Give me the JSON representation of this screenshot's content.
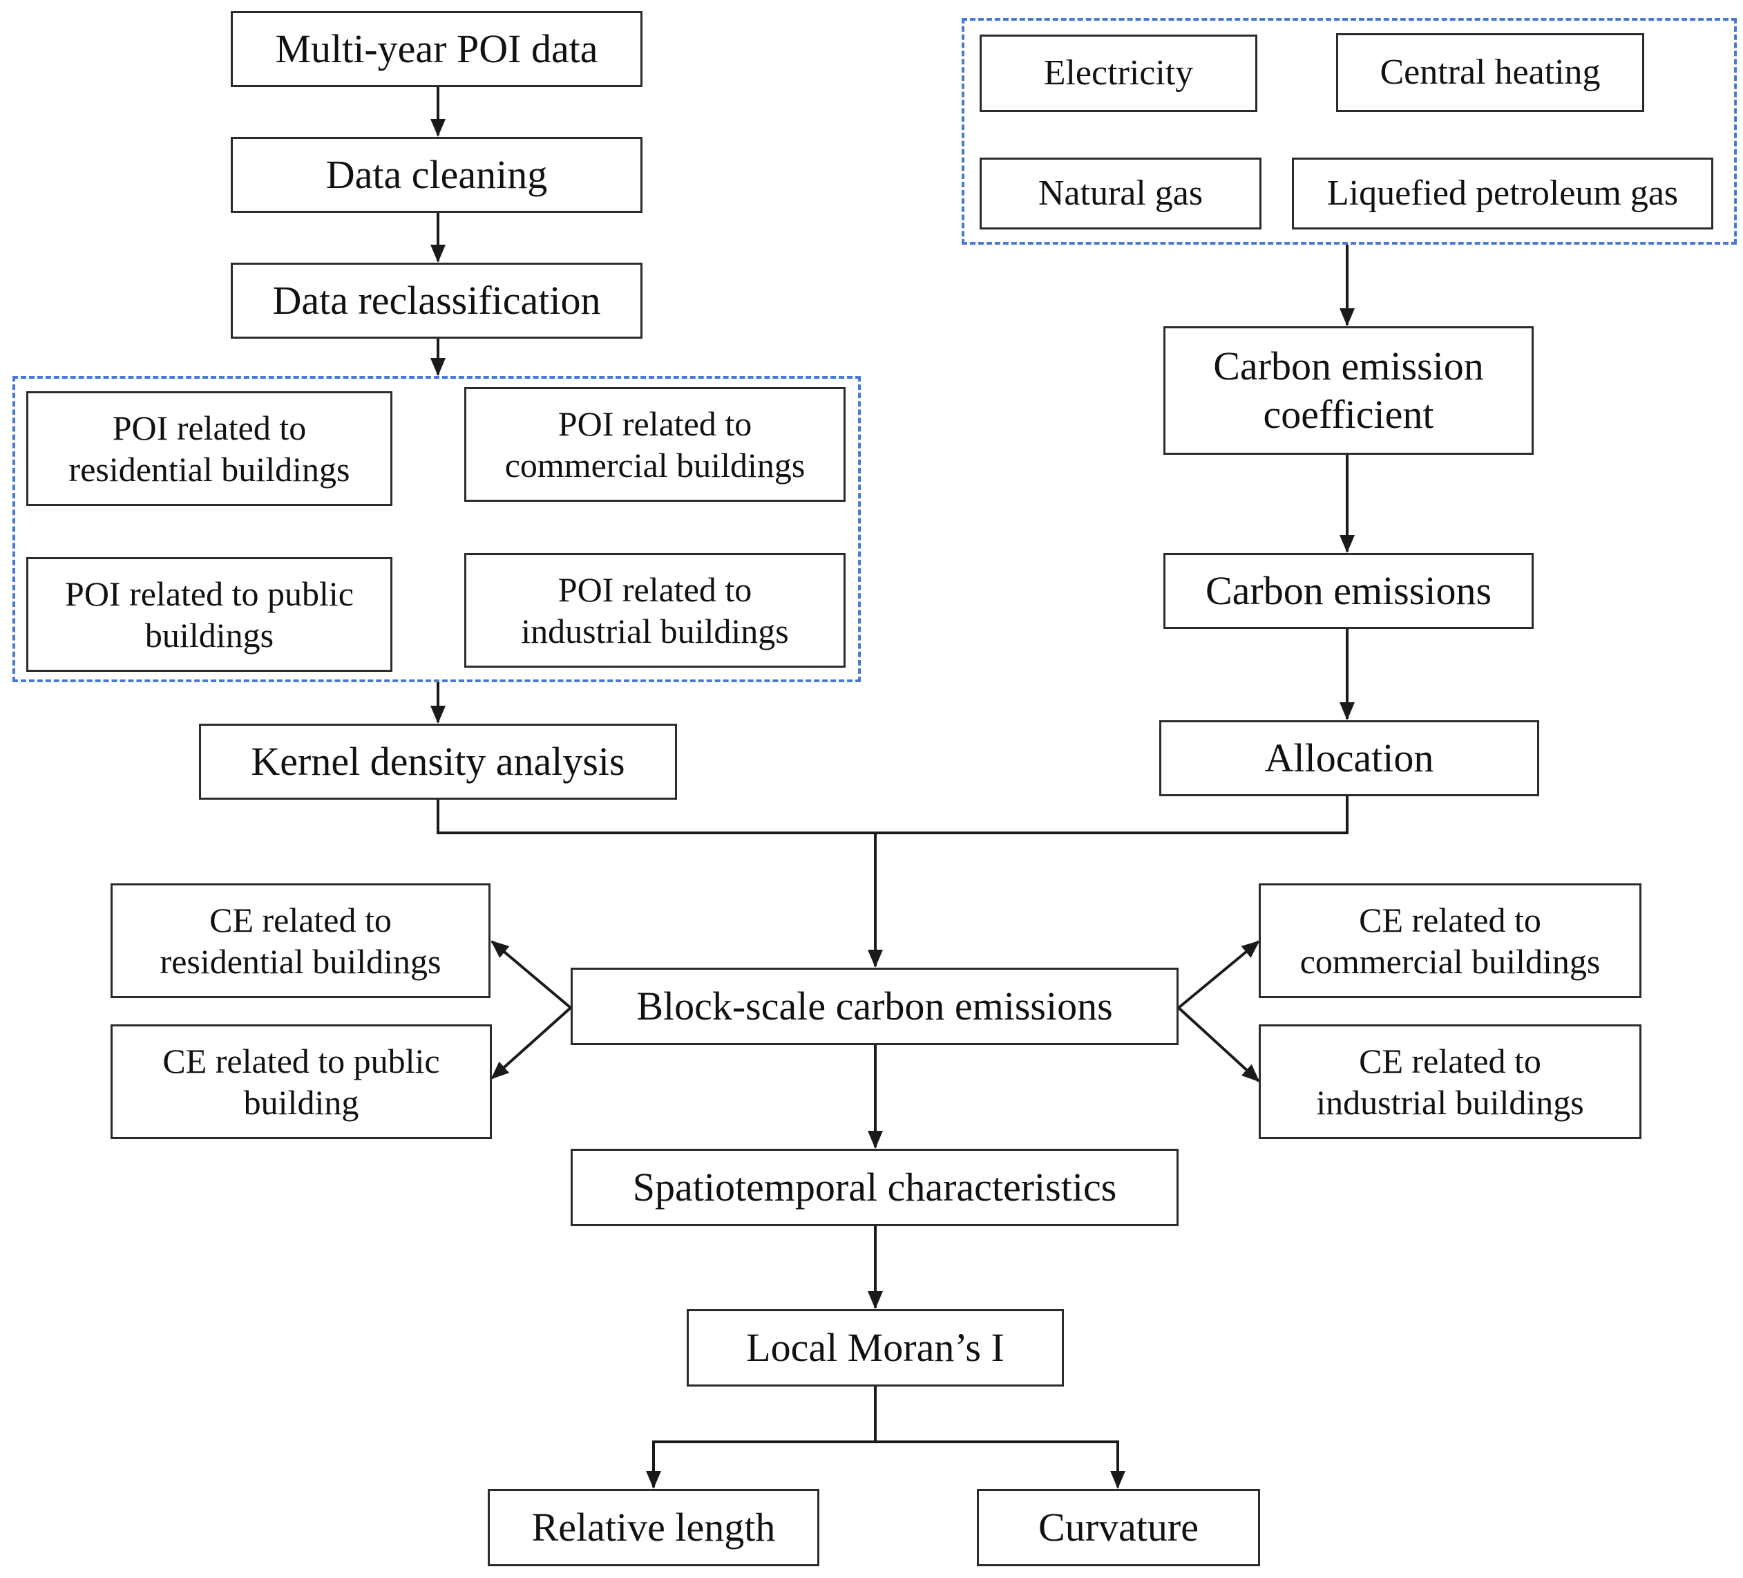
{
  "colors": {
    "box_border": "#2b2b2b",
    "group_border": "#4a78d6",
    "arrow": "#1a1a1a",
    "text": "#111111"
  },
  "left_chain": {
    "multi_year_poi": "Multi-year POI data",
    "data_cleaning": "Data cleaning",
    "data_reclassification": "Data reclassification"
  },
  "poi_group": {
    "residential_line1": "POI related to",
    "residential_line2": "residential buildings",
    "commercial_line1": "POI related to",
    "commercial_line2": "commercial buildings",
    "public_line1": "POI related to public",
    "public_line2": "buildings",
    "industrial_line1": "POI related to",
    "industrial_line2": "industrial buildings"
  },
  "kernel_density": "Kernel density analysis",
  "energy_group": {
    "electricity": "Electricity",
    "central_heating": "Central heating",
    "natural_gas": "Natural gas",
    "lpg": "Liquefied petroleum gas"
  },
  "right_chain": {
    "coefficient_line1": "Carbon emission",
    "coefficient_line2": "coefficient",
    "carbon_emissions": "Carbon emissions",
    "allocation": "Allocation"
  },
  "block_scale": "Block-scale carbon emissions",
  "ce_outputs": {
    "residential_line1": "CE related to",
    "residential_line2": "residential buildings",
    "public_line1": "CE related to public",
    "public_line2": "building",
    "commercial_line1": "CE related to",
    "commercial_line2": "commercial buildings",
    "industrial_line1": "CE related to",
    "industrial_line2": "industrial buildings"
  },
  "analysis": {
    "spatiotemporal": "Spatiotemporal characteristics",
    "morans_i": "Local Moran’s I",
    "relative_length": "Relative length",
    "curvature": "Curvature"
  }
}
